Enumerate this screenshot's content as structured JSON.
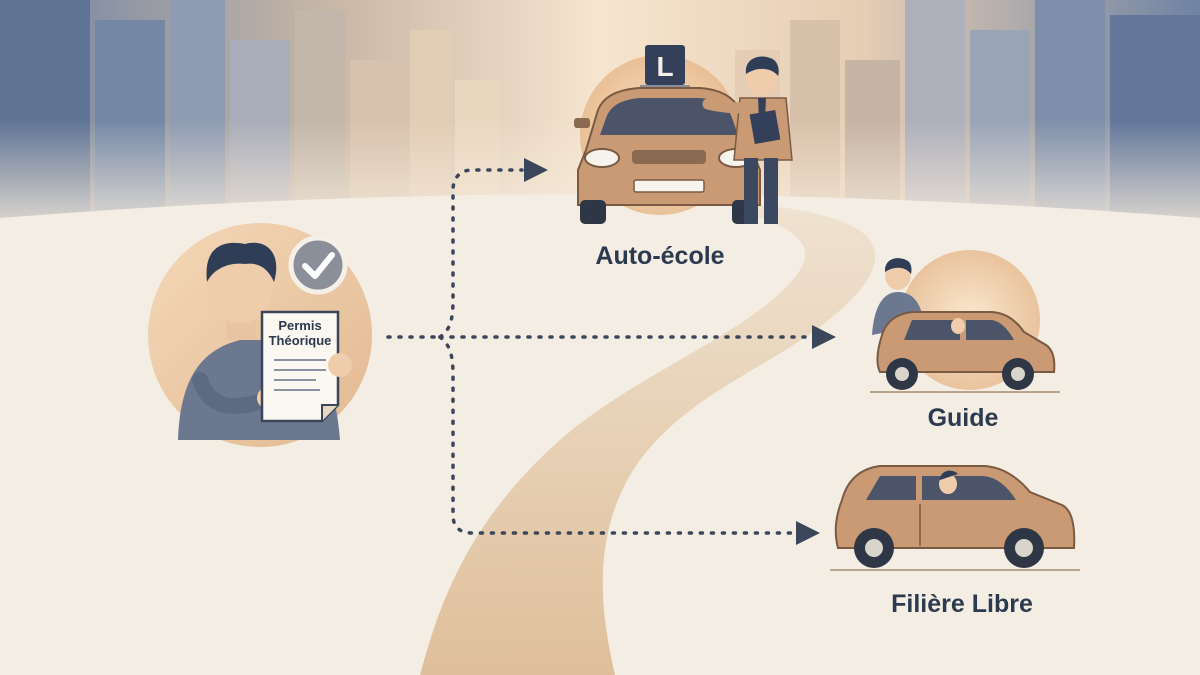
{
  "start": {
    "document_line1": "Permis",
    "document_line2": "Théorique"
  },
  "destinations": [
    {
      "label": "Auto-école",
      "sign_letter": "L"
    },
    {
      "label": "Guide"
    },
    {
      "label": "Filière Libre"
    }
  ],
  "colors": {
    "sky_blue": "#6f83a3",
    "haze": "#f6e5cf",
    "ground": "#f3ede4",
    "road": "#e2c6a4",
    "car_body": "#c99a74",
    "text_dark": "#2c3a4f",
    "arrow": "#3b465a",
    "check_badge": "#8a8f9a"
  },
  "icons": [
    "check-icon",
    "document-icon",
    "person-icon",
    "car-icon",
    "learner-sign-icon",
    "arrow-icon"
  ]
}
